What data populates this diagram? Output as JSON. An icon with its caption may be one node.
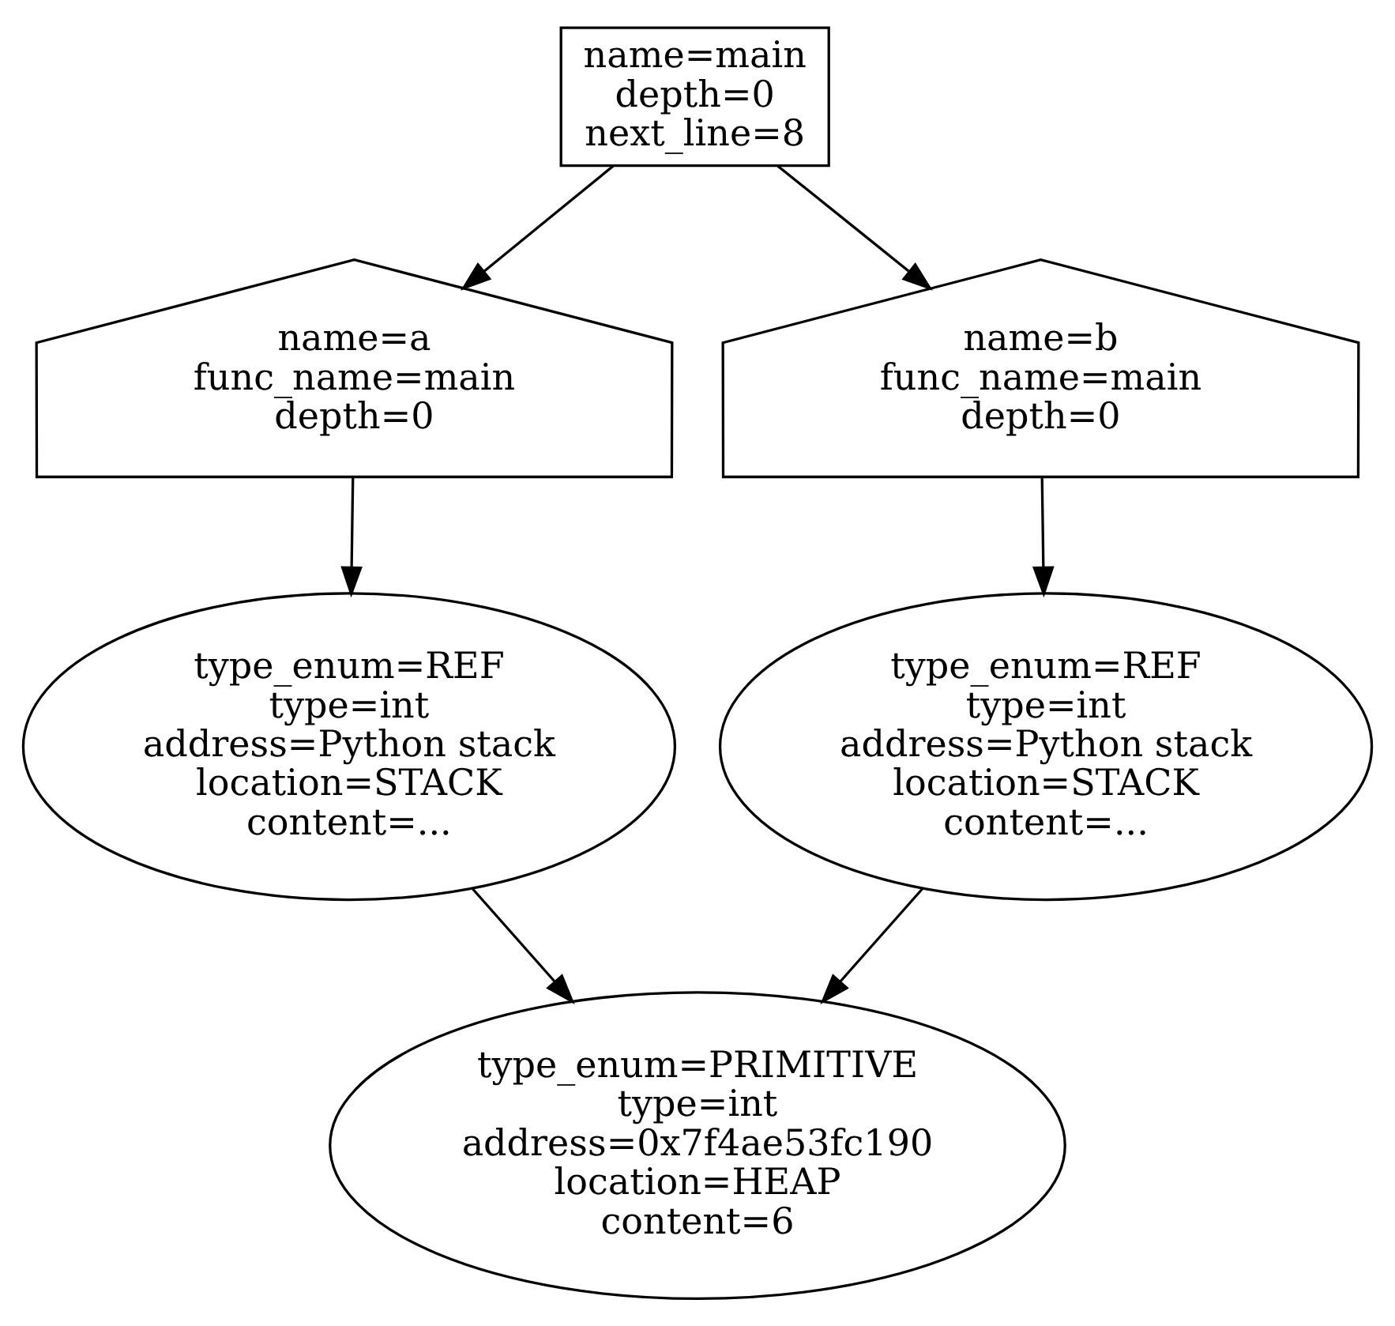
{
  "diagram": {
    "nodes": [
      {
        "text": [
          "name=main",
          "depth=0",
          "next_line=8"
        ]
      },
      {
        "text": [
          "name=a",
          "func_name=main",
          "depth=0"
        ]
      },
      {
        "text": [
          "name=b",
          "func_name=main",
          "depth=0"
        ]
      },
      {
        "text": [
          "type_enum=REF",
          "type=int",
          "address=Python stack",
          "location=STACK",
          "content=..."
        ]
      },
      {
        "text": [
          "type_enum=REF",
          "type=int",
          "address=Python stack",
          "location=STACK",
          "content=..."
        ]
      },
      {
        "text": [
          "type_enum=PRIMITIVE",
          "type=int",
          "address=0x7f4ae53fc190",
          "location=HEAP",
          "content=6"
        ]
      }
    ],
    "edges": [
      {
        "from": 0,
        "to": 1,
        "arrow": "to"
      },
      {
        "from": 0,
        "to": 2,
        "arrow": "to"
      },
      {
        "from": 1,
        "to": 3,
        "arrow": "to"
      },
      {
        "from": 2,
        "to": 4,
        "arrow": "to"
      },
      {
        "from": 3,
        "to": 5,
        "arrow": "to"
      },
      {
        "from": 4,
        "to": 5,
        "arrow": "to"
      }
    ]
  }
}
